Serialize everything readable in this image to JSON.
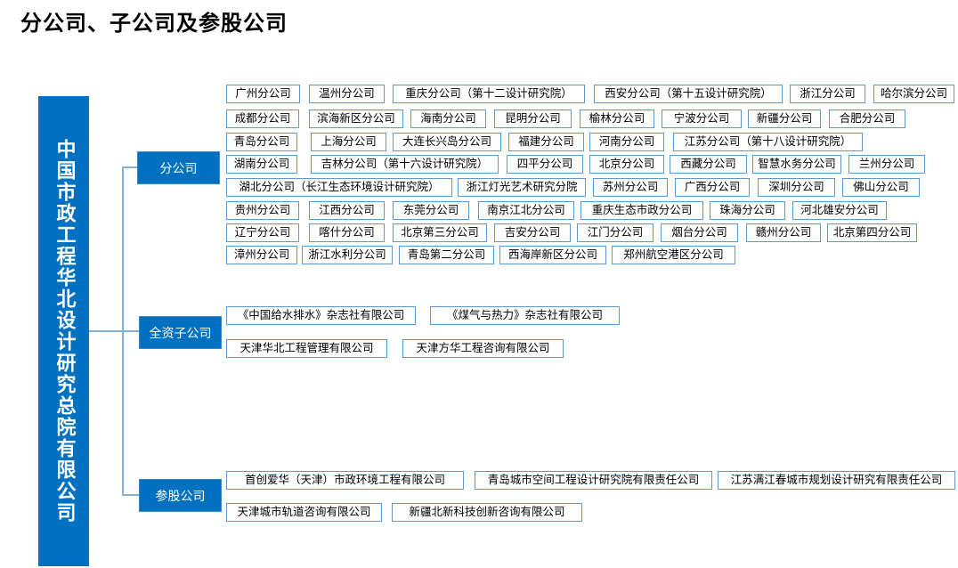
{
  "title": "分公司、子公司及参股公司",
  "root": "中国市政工程华北设计研究总院有限公司",
  "categories": [
    {
      "label": "分公司",
      "items": [
        "广州分公司",
        "温州分公司",
        "重庆分公司（第十二设计研究院）",
        "西安分公司（第十五设计研究院）",
        "浙江分公司",
        "哈尔滨分公司",
        "成都分公司",
        "滨海新区分公司",
        "海南分公司",
        "昆明分公司",
        "榆林分公司",
        "宁波分公司",
        "新疆分公司",
        "合肥分公司",
        "青岛分公司",
        "上海分公司",
        "大连长兴岛分公司",
        "福建分公司",
        "河南分公司",
        "江苏分公司（第十八设计研究院）",
        "湖南分公司",
        "吉林分公司（第十六设计研究院）",
        "四平分公司",
        "北京分公司",
        "西藏分公司",
        "智慧水务分公司",
        "兰州分公司",
        "湖北分公司（长江生态环境设计研究院）",
        "浙江灯光艺术研究分院",
        "苏州分公司",
        "广西分公司",
        "深圳分公司",
        "佛山分公司",
        "贵州分公司",
        "江西分公司",
        "东莞分公司",
        "南京江北分公司",
        "重庆生态市政分公司",
        "珠海分公司",
        "河北雄安分公司",
        "辽宁分公司",
        "喀什分公司",
        "北京第三分公司",
        "吉安分公司",
        "江门分公司",
        "烟台分公司",
        "赣州分公司",
        "北京第四分公司",
        "漳州分公司",
        "浙江水利分公司",
        "青岛第二分公司",
        "西海岸新区分公司",
        "郑州航空港区分公司"
      ]
    },
    {
      "label": "全资子公司",
      "items": [
        "《中国给水排水》杂志社有限公司",
        "《煤气与热力》杂志社有限公司",
        "天津华北工程管理有限公司",
        "天津方华工程咨询有限公司"
      ]
    },
    {
      "label": "参股公司",
      "items": [
        "首创爱华（天津）市政环境工程有限公司",
        "青岛城市空间工程设计研究院有限责任公司",
        "江苏满江春城市规划设计研究有限责任公司",
        "天津城市轨道咨询有限公司",
        "新疆北新科技创新咨询有限公司"
      ]
    }
  ],
  "colors": {
    "primary": "#0070C0",
    "box_border": "#5b9bd5",
    "connector": "#7fb1db"
  }
}
